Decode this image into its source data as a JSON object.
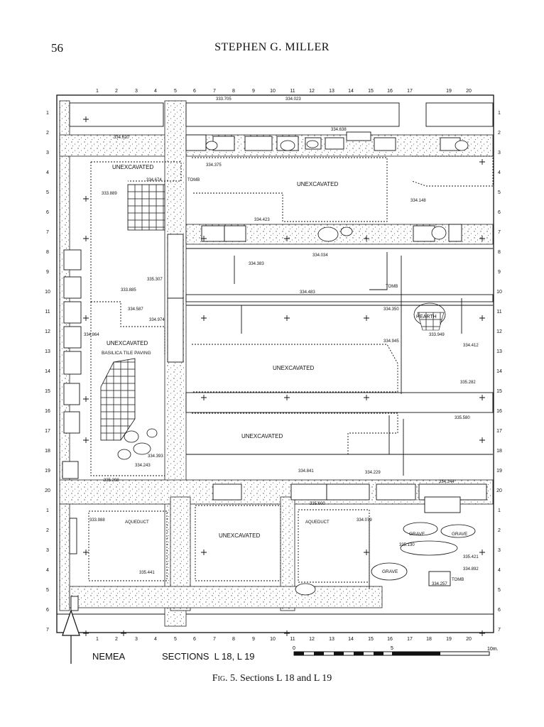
{
  "header": {
    "page_number": "56",
    "author": "STEPHEN G. MILLER"
  },
  "top_scale": [
    "1",
    "2",
    "3",
    "4",
    "5",
    "6",
    "7",
    "8",
    "9",
    "10",
    "11",
    "12",
    "13",
    "14",
    "15",
    "16",
    "17",
    "19",
    "20"
  ],
  "bottom_scale": [
    "1",
    "2",
    "3",
    "4",
    "5",
    "6",
    "7",
    "8",
    "9",
    "10",
    "11",
    "12",
    "13",
    "14",
    "15",
    "16",
    "17",
    "18",
    "19",
    "20"
  ],
  "left_rows_top": [
    "1",
    "2",
    "3",
    "4",
    "5",
    "6",
    "7",
    "8",
    "9",
    "10",
    "11",
    "12",
    "13",
    "14",
    "15",
    "16",
    "17",
    "18",
    "19",
    "20"
  ],
  "left_rows_bottom": [
    "1",
    "2",
    "3",
    "4",
    "5",
    "6",
    "7"
  ],
  "right_rows_top": [
    "1",
    "2",
    "3",
    "4",
    "5",
    "6",
    "7",
    "8",
    "9",
    "10",
    "11",
    "12",
    "13",
    "14",
    "15",
    "16",
    "17",
    "18",
    "19",
    "20"
  ],
  "right_rows_bottom": [
    "1",
    "2",
    "3",
    "4",
    "5",
    "6",
    "7"
  ],
  "labels": {
    "unexcavated": "UNEXCAVATED",
    "basilica": "BASILICA TILE PAVING",
    "tomb": "TOMB",
    "hearth": "HEARTH",
    "aqueduct": "AQUEDUCT",
    "grave": "GRAVE"
  },
  "elevations": [
    "333.705",
    "334.023",
    "334.620",
    "334.638",
    "334.375",
    "334.674",
    "333.889",
    "334.148",
    "334.423",
    "334.383",
    "334.034",
    "335.307",
    "333.885",
    "334.483",
    "334.587",
    "334.350",
    "334.974",
    "334.864",
    "333.949",
    "334.945",
    "334.412",
    "335.282",
    "335.580",
    "334.393",
    "334.243",
    "334.841",
    "334.229",
    "335.208",
    "334.244",
    "335.600",
    "333.988",
    "334.079",
    "335.130",
    "335.421",
    "335.441",
    "334.892",
    "334.257"
  ],
  "legend": {
    "site": "NEMEA",
    "sections": "SECTIONS  L 18, L 19",
    "scale_zero": "0",
    "scale_five": "5",
    "scale_ten": "10m."
  },
  "caption": {
    "fig": "Fig. 5.",
    "text": " Sections L 18 and L 19"
  }
}
